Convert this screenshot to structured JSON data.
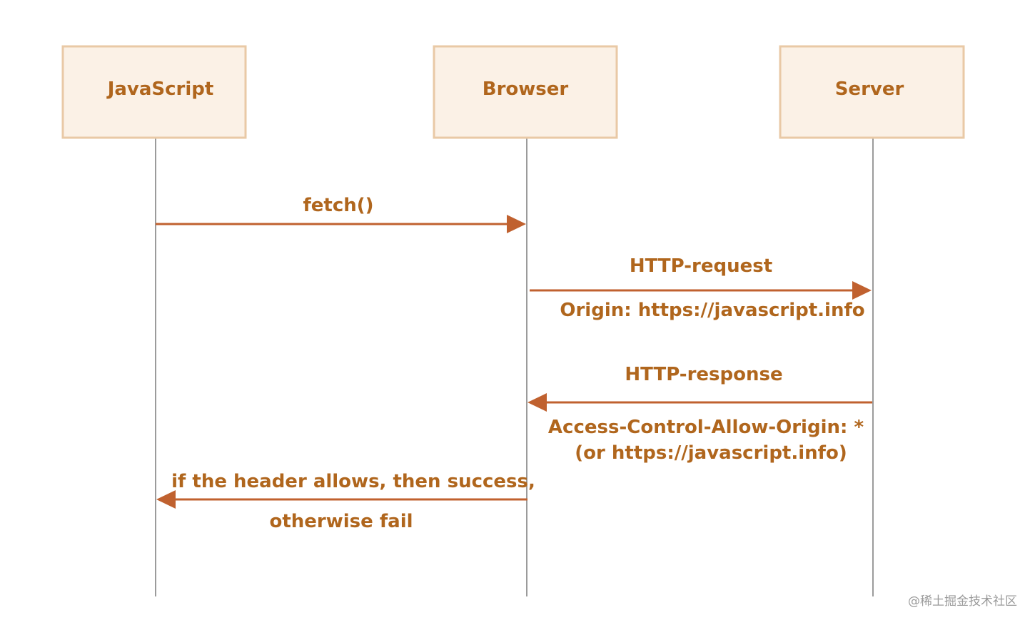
{
  "actors": {
    "javascript": "JavaScript",
    "browser": "Browser",
    "server": "Server"
  },
  "messages": {
    "fetch": "fetch()",
    "http_request": "HTTP-request",
    "origin_header": "Origin: https://javascript.info",
    "http_response": "HTTP-response",
    "acao_header": "Access-Control-Allow-Origin: *",
    "acao_alt": "(or https://javascript.info)",
    "result_line1": "if the header allows, then success,",
    "result_line2": "otherwise fail"
  },
  "watermark": "@稀土掘金技术社区",
  "colors": {
    "actor_fill": "#fbf1e6",
    "actor_border": "#e9c9a6",
    "text": "#b0661d",
    "arrow": "#c0612f",
    "lifeline": "#7a7a7a"
  }
}
